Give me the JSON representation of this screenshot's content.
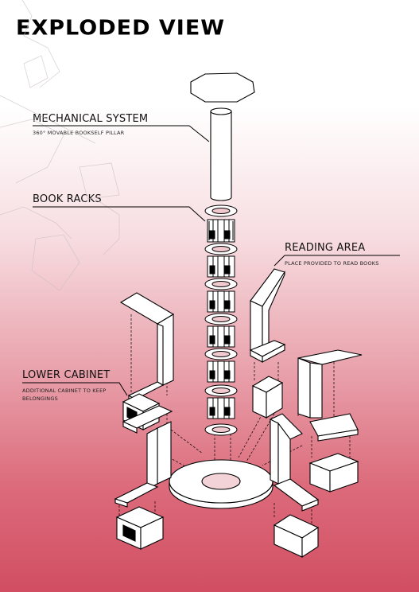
{
  "title": "EXPLODED VIEW",
  "labels": {
    "mechanical_system": {
      "heading": "MECHANICAL SYSTEM",
      "description": "360° MOVABLE BOOKSELF PILLAR"
    },
    "book_racks": {
      "heading": "BOOK RACKS"
    },
    "reading_area": {
      "heading": "READING AREA",
      "description": "PLACE PROVIDED TO READ BOOKS"
    },
    "lower_cabinet": {
      "heading": "LOWER CABINET",
      "description_line1": "ADDITIONAL CABINET TO KEEP",
      "description_line2": "BELONGINGS"
    }
  },
  "colors": {
    "background_top": "#ffffff",
    "background_bottom": "#d14e62",
    "line": "#000000",
    "fill": "#ffffff"
  }
}
